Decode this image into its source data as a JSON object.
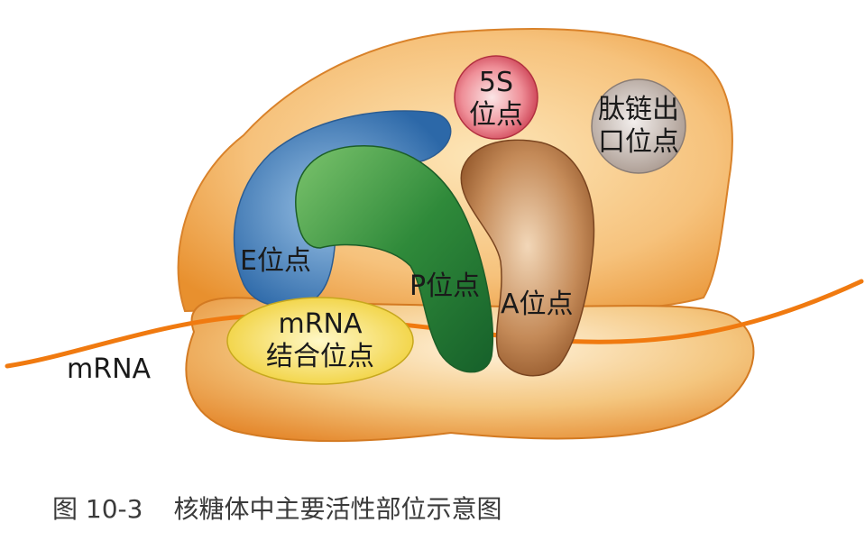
{
  "labels": {
    "site_5s_line1": "5S",
    "site_5s_line2": "位点",
    "exit_line1": "肽链出",
    "exit_line2": "口位点",
    "e_site": "E位点",
    "p_site": "P位点",
    "a_site": "A位点",
    "mrna_binding_line1": "mRNA",
    "mrna_binding_line2": "结合位点",
    "mrna": "mRNA"
  },
  "caption": {
    "figure_number": "图 10-3",
    "title": "核糖体中主要活性部位示意图"
  },
  "colors": {
    "large_subunit": "#f3b062",
    "small_subunit": "#e9932f",
    "mrna_strand": "#f07a10",
    "e_site": "#4d89c3",
    "p_site": "#2f8a3a",
    "a_site": "#a8683a",
    "site_5s": "#dc4b5c",
    "exit_site": "#bdb2ad",
    "mrna_binding_site": "#f5df58"
  }
}
